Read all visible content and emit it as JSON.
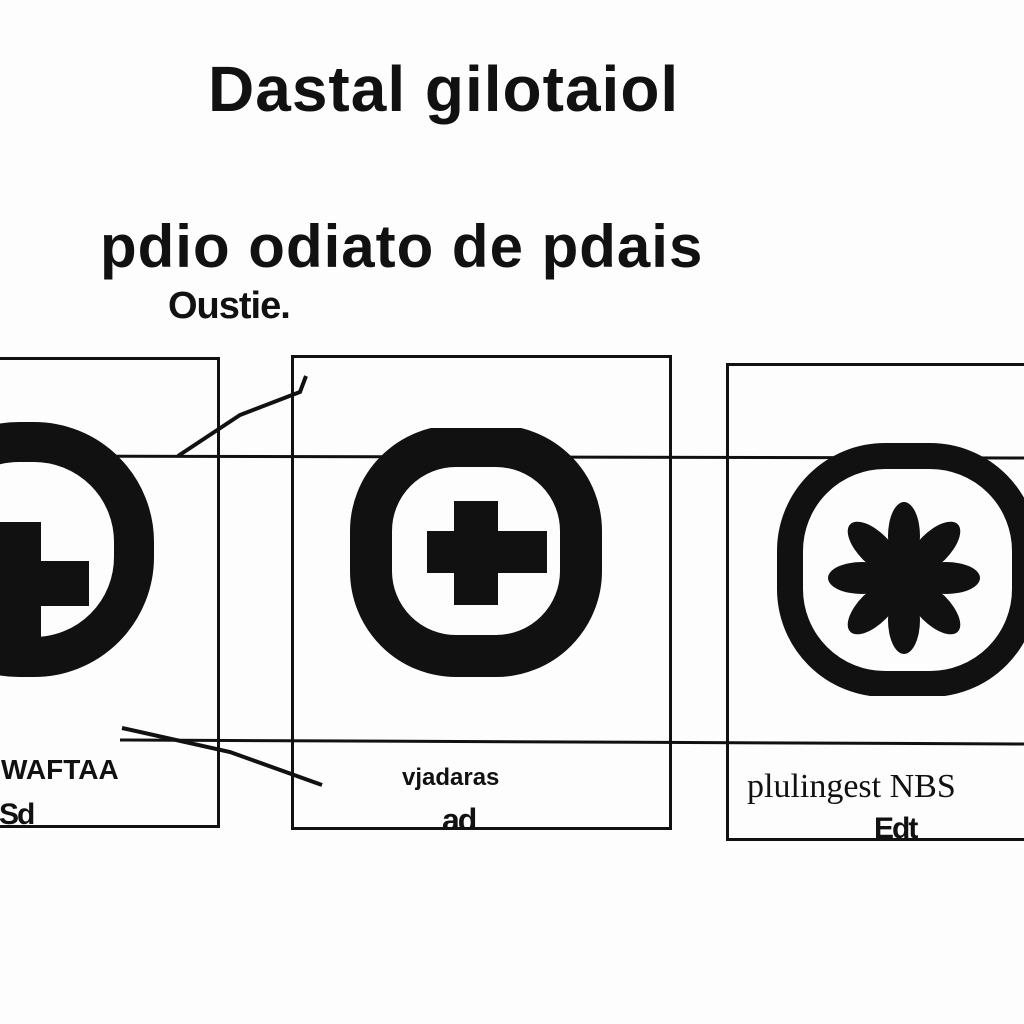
{
  "header": {
    "title": "Dastal gilotaiol",
    "subtitle": "pdio odiato de pdais",
    "subnote": "Oustie."
  },
  "panels": [
    {
      "caption": "WAFTAA",
      "code": "Sd",
      "icon": "plus-in-circle-icon"
    },
    {
      "caption": "vjadaras",
      "code": "ad",
      "icon": "plus-in-circle-icon"
    },
    {
      "caption": "plulingest NBS",
      "code": "Edt",
      "icon": "asterisk-star-icon"
    }
  ],
  "colors": {
    "ink": "#111111",
    "background": "#fdfdfd"
  }
}
